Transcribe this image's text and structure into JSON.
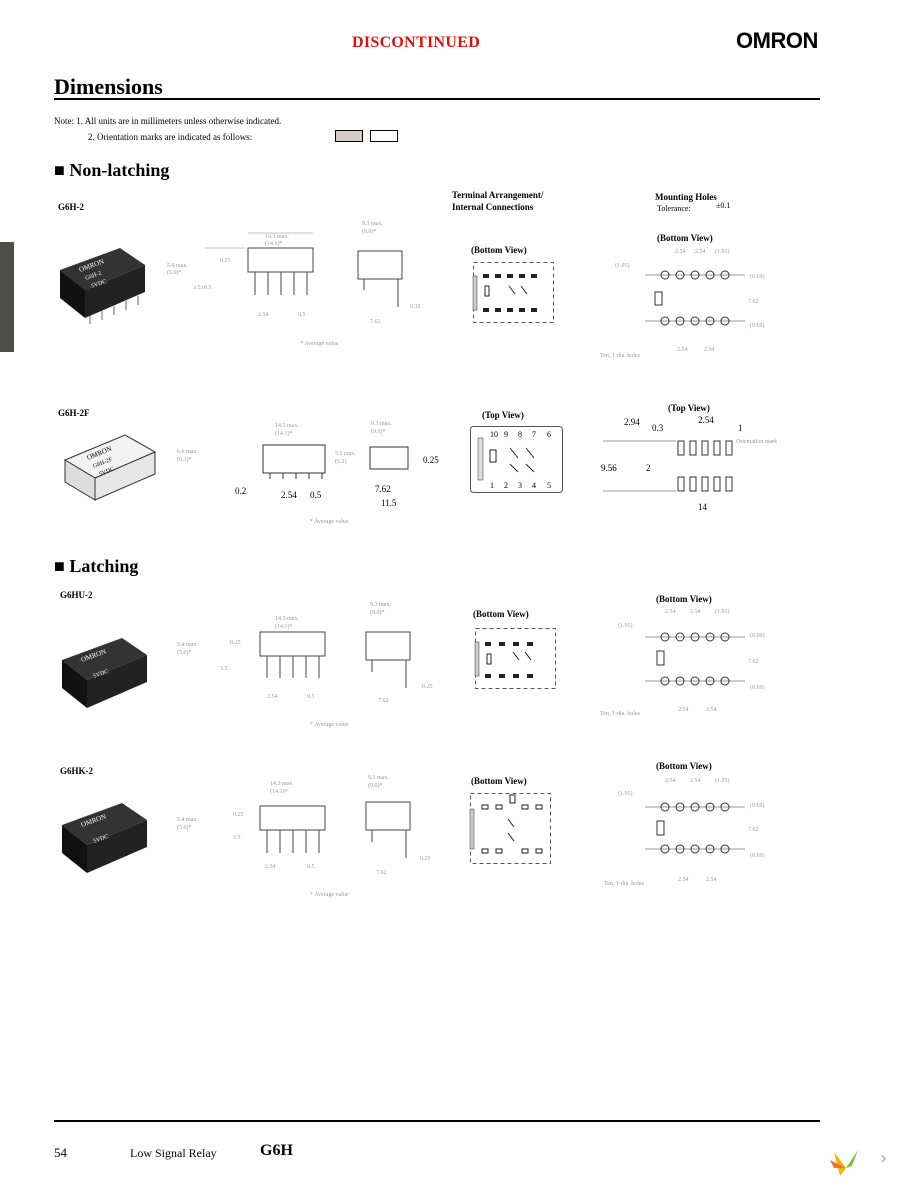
{
  "header": {
    "status": "DISCONTINUED",
    "brand": "OMRON"
  },
  "page_title": "Dimensions",
  "notes": {
    "line1": "Note: 1. All units are in millimeters unless otherwise indicated.",
    "line2": "2. Orientation marks are indicated as follows:"
  },
  "sections": {
    "non_latching": "■ Non-latching",
    "latching": "■ Latching"
  },
  "column_headers": {
    "terminal_arrangement": "Terminal Arrangement/",
    "internal_connections": "Internal Connections",
    "mounting_holes": "Mounting Holes",
    "tolerance_label": "Tolerance:",
    "tolerance_value": "±0.1"
  },
  "models": {
    "g6h2": {
      "name": "G6H-2",
      "view_conn": "(Bottom View)",
      "view_mount": "(Bottom View)",
      "dims": [
        "14.3 max.",
        "(14.1)*",
        "9.3 max.",
        "(9.0)*",
        "5.4 max.",
        "(5.0)*",
        "0.25",
        "3.5±0.3",
        "2.54",
        "0.5",
        "7.62",
        "0.35",
        "(1.95)",
        "2.54",
        "2.54",
        "(1.95)",
        "(0.69)",
        "7.62",
        "(0.69)",
        "Ten, 1-dia. holes",
        "2.54",
        "2.54"
      ],
      "note": "* Average value"
    },
    "g6h2f": {
      "name": "G6H-2F",
      "view_conn": "(Top View)",
      "view_mount": "(Top View)",
      "dims": [
        "14.3 max.",
        "(14.1)*",
        "9.3 max.",
        "(9.0)*",
        "6.6 max.",
        "(6.3)*",
        "5.5 max.",
        "(5.2)",
        "0.25",
        "0.2",
        "2.54",
        "0.5",
        "7.62",
        "11.5",
        "2.94",
        "2.54",
        "0.3",
        "1",
        "9.56",
        "2",
        "14",
        "Orientation mark"
      ],
      "pins_top": [
        "10",
        "9",
        "8",
        "7",
        "6"
      ],
      "pins_bottom": [
        "1",
        "2",
        "3",
        "4",
        "5"
      ],
      "note": "* Average value"
    },
    "g6hu2": {
      "name": "G6HU-2",
      "view_conn": "(Bottom View)",
      "view_mount": "(Bottom View)",
      "dims": [
        "14.3 max.",
        "(14.1)*",
        "9.3 max.",
        "(9.0)*",
        "5.4 max.",
        "(5.0)*",
        "0.25",
        "3.5",
        "2.54",
        "0.5",
        "7.62",
        "0.25",
        "(1.95)",
        "2.54",
        "2.54",
        "(1.95)",
        "(0.69)",
        "7.62",
        "(0.69)",
        "Ten, 1-dia. holes",
        "2.54",
        "2.54"
      ],
      "note": "* Average value"
    },
    "g6hk2": {
      "name": "G6HK-2",
      "view_conn": "(Bottom View)",
      "view_mount": "(Bottom View)",
      "dims": [
        "14.3 max.",
        "(14.1)*",
        "9.3 max.",
        "(9.0)*",
        "5.4 max.",
        "(5.0)*",
        "0.25",
        "3.5",
        "2.54",
        "0.5",
        "7.62",
        "0.25",
        "(1.95)",
        "2.54",
        "2.54",
        "(1.95)",
        "(0.69)",
        "7.62",
        "(0.69)",
        "Ten, 1-dia. holes",
        "2.54",
        "2.54"
      ],
      "note": "* Average value"
    }
  },
  "product_label": {
    "brand": "OMRON",
    "model": "G6H-2",
    "voltage": "5VDC",
    "model_f": "G6H-2F"
  },
  "footer": {
    "page_number": "54",
    "product_type": "Low Signal Relay",
    "model": "G6H"
  },
  "nav": {
    "next_icon": "chevron-right-icon",
    "logo_icon": "viewer-logo-icon"
  }
}
